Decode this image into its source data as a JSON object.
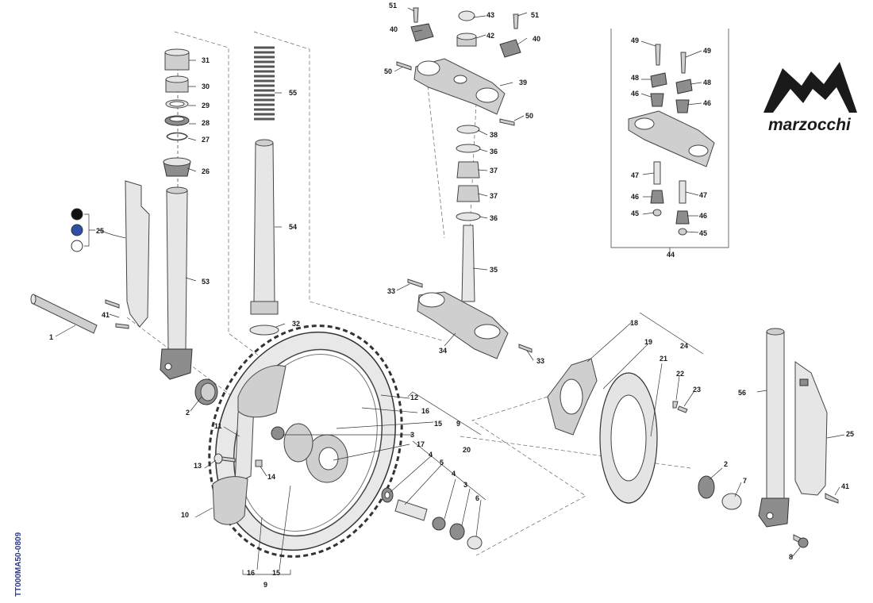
{
  "brand": {
    "name": "marzocchi",
    "logo_icon": "marzocchi-m-logo-icon"
  },
  "drawing_code": "TT000MA50-0809",
  "colors": {
    "swatch_black": "#111111",
    "swatch_blue": "#2f4fa8",
    "swatch_white": "#ffffff",
    "line": "#333333",
    "part_fill": "#cfcfcf"
  },
  "labels": [
    "1",
    "2",
    "2",
    "3",
    "3",
    "4",
    "4",
    "5",
    "6",
    "7",
    "8",
    "9",
    "9",
    "10",
    "11",
    "12",
    "13",
    "14",
    "15",
    "15",
    "16",
    "16",
    "17",
    "18",
    "19",
    "20",
    "21",
    "22",
    "23",
    "24",
    "25",
    "25",
    "26",
    "27",
    "28",
    "29",
    "30",
    "31",
    "32",
    "33",
    "33",
    "34",
    "35",
    "36",
    "36",
    "37",
    "37",
    "38",
    "39",
    "40",
    "40",
    "41",
    "41",
    "42",
    "43",
    "44",
    "45",
    "45",
    "46",
    "46",
    "46",
    "46",
    "47",
    "47",
    "48",
    "48",
    "49",
    "49",
    "50",
    "50",
    "51",
    "51",
    "53",
    "54",
    "55",
    "56"
  ]
}
